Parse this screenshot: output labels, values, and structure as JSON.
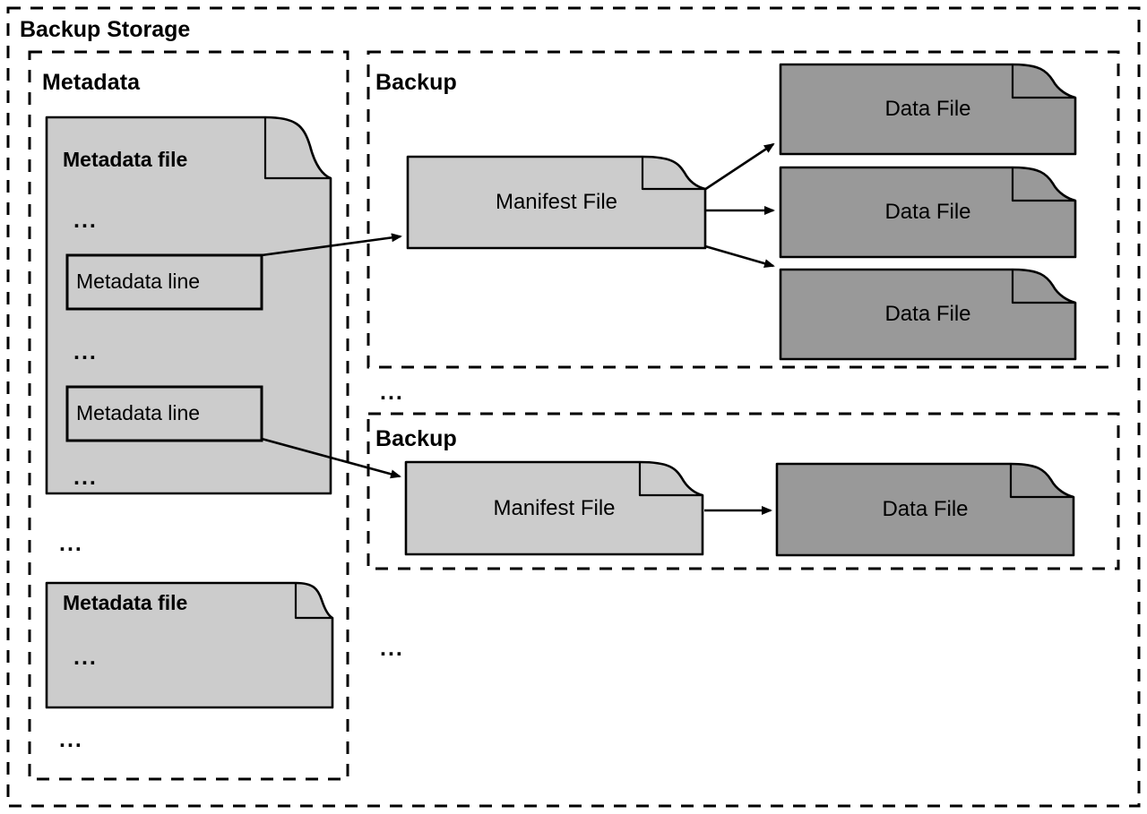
{
  "diagram": {
    "title": "Backup Storage",
    "ellipsis": "...",
    "colors": {
      "metadata_fill": "#cccccc",
      "manifest_fill": "#cccccc",
      "datafile_fill": "#999999",
      "stroke": "#000000",
      "background": "#ffffff"
    },
    "metadata_section": {
      "label": "Metadata",
      "files": [
        {
          "title": "Metadata file",
          "rows": [
            {
              "type": "ellipsis",
              "text": "..."
            },
            {
              "type": "line",
              "text": "Metadata line"
            },
            {
              "type": "ellipsis",
              "text": "..."
            },
            {
              "type": "line",
              "text": "Metadata line"
            },
            {
              "type": "ellipsis",
              "text": "..."
            }
          ]
        },
        {
          "title": "Metadata file",
          "rows": [
            {
              "type": "ellipsis",
              "text": "..."
            }
          ]
        }
      ],
      "gap_ellipsis_above_second_file": "...",
      "trailing_ellipsis": "..."
    },
    "backups": [
      {
        "label": "Backup",
        "manifest": {
          "name": "Manifest File"
        },
        "data_files": [
          {
            "name": "Data File"
          },
          {
            "name": "Data File"
          },
          {
            "name": "Data File"
          }
        ]
      },
      {
        "label": "Backup",
        "manifest": {
          "name": "Manifest File"
        },
        "data_files": [
          {
            "name": "Data File"
          }
        ]
      }
    ],
    "backup_gap_ellipsis": "...",
    "backup_trailing_ellipsis": "..."
  }
}
